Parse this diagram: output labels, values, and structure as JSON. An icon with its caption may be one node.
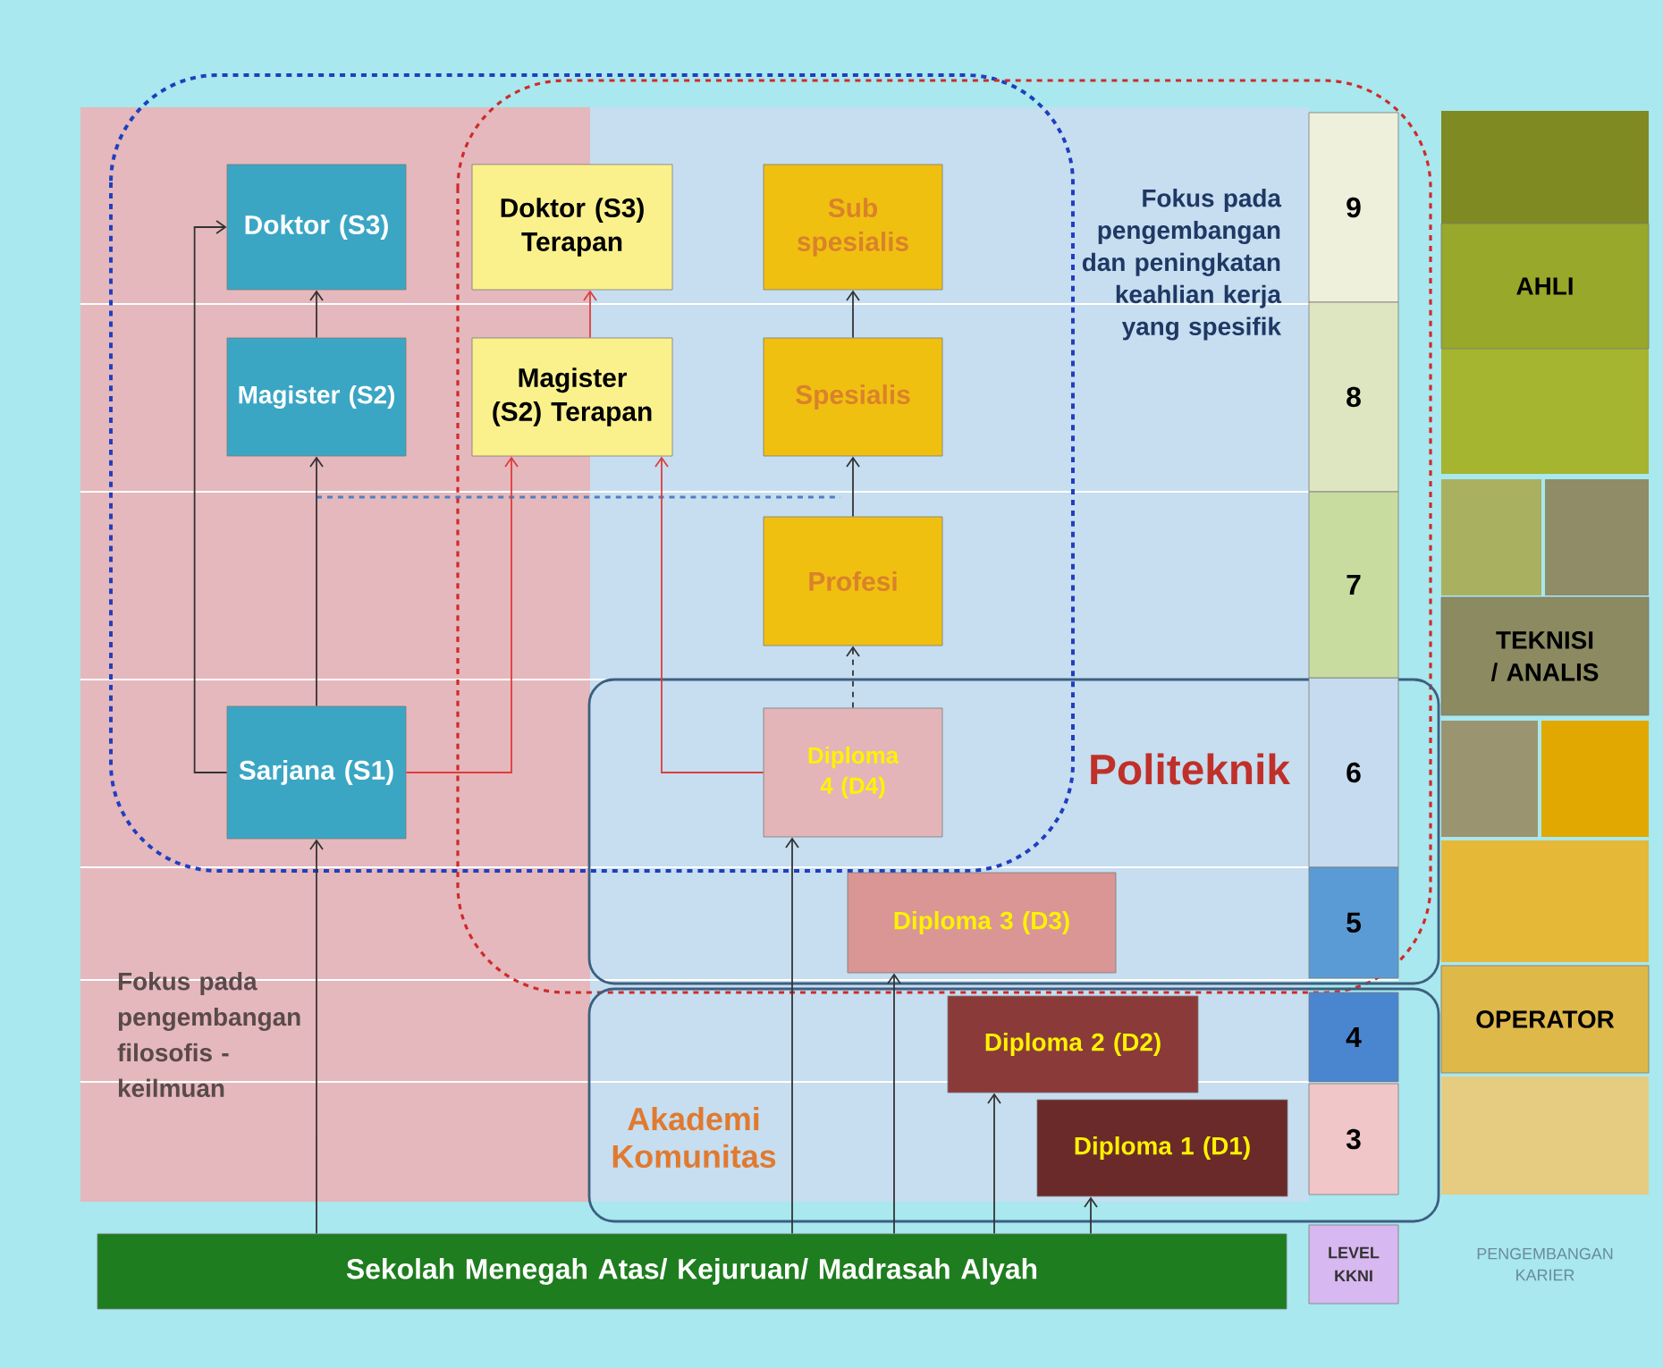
{
  "diagram": {
    "nodes": [
      {
        "text": [
          "Doktor (S3)"
        ]
      },
      {
        "text": [
          "Doktor (S3) Terapan"
        ]
      },
      {
        "text": [
          "Sub spesialis"
        ]
      },
      {
        "text": [
          "Magister (S2)"
        ]
      },
      {
        "text": [
          "Magister (S2) Terapan"
        ]
      },
      {
        "text": [
          "Spesialis"
        ]
      },
      {
        "text": [
          "Profesi"
        ]
      },
      {
        "text": [
          "Politeknik"
        ]
      },
      {
        "text": [
          "Sarjana (S1)"
        ]
      },
      {
        "text": [
          "Diploma 4 (D4)"
        ],
        "in": 7
      },
      {
        "text": [
          "Diploma 3 (D3)"
        ],
        "in": 7
      },
      {
        "text": [
          "Akademi Komunitas"
        ]
      },
      {
        "text": [
          "Diploma 2 (D2)"
        ],
        "in": 11
      },
      {
        "text": [
          "Diploma 1 (D1)"
        ],
        "in": 11
      },
      {
        "text": [
          "Sekolah Menegah Atas/ Kejuruan/ Madrasah Alyah"
        ]
      },
      {
        "text": [
          "9"
        ]
      },
      {
        "text": [
          "8"
        ]
      },
      {
        "text": [
          "7"
        ]
      },
      {
        "text": [
          "6"
        ],
        "in": 7
      },
      {
        "text": [
          "5"
        ],
        "in": 7
      },
      {
        "text": [
          "4"
        ],
        "in": 11
      },
      {
        "text": [
          "3"
        ],
        "in": 11
      },
      {
        "text": [
          "LEVEL KKNI"
        ]
      },
      {
        "text": [
          "AHLI"
        ]
      },
      {
        "text": [
          "TEKNISI / ANALIS"
        ]
      },
      {
        "text": [
          "OPERATOR"
        ]
      }
    ],
    "edges": [
      {
        "from": 3,
        "to": 0,
        "arrow": "to"
      },
      {
        "from": 8,
        "to": 3,
        "arrow": "to"
      },
      {
        "from": 8,
        "to": 0,
        "arrow": "to"
      },
      {
        "from": 8,
        "to": 4,
        "arrow": "to",
        "color": "#e03c3c"
      },
      {
        "from": 4,
        "to": 1,
        "arrow": "to",
        "color": "#e03c3c"
      },
      {
        "from": 9,
        "to": 4,
        "arrow": "to",
        "color": "#e03c3c"
      },
      {
        "from": 5,
        "to": 2,
        "arrow": "to"
      },
      {
        "from": 6,
        "to": 5,
        "arrow": "to"
      },
      {
        "from": 9,
        "to": 6,
        "arrow": "to",
        "style": "dashed"
      },
      {
        "from": 14,
        "to": 8,
        "arrow": "to"
      },
      {
        "from": 14,
        "to": 9,
        "arrow": "to"
      },
      {
        "from": 14,
        "to": 10,
        "arrow": "to"
      },
      {
        "from": 14,
        "to": 12,
        "arrow": "to"
      },
      {
        "from": 14,
        "to": 13,
        "arrow": "to"
      }
    ],
    "labels": [
      "Fokus pada pengembangan dan peningkatan keahlian kerja yang spesifik",
      "Fokus pada pengembangan filosofis - keilmuan",
      "PENGEMBANGAN KARIER"
    ]
  }
}
